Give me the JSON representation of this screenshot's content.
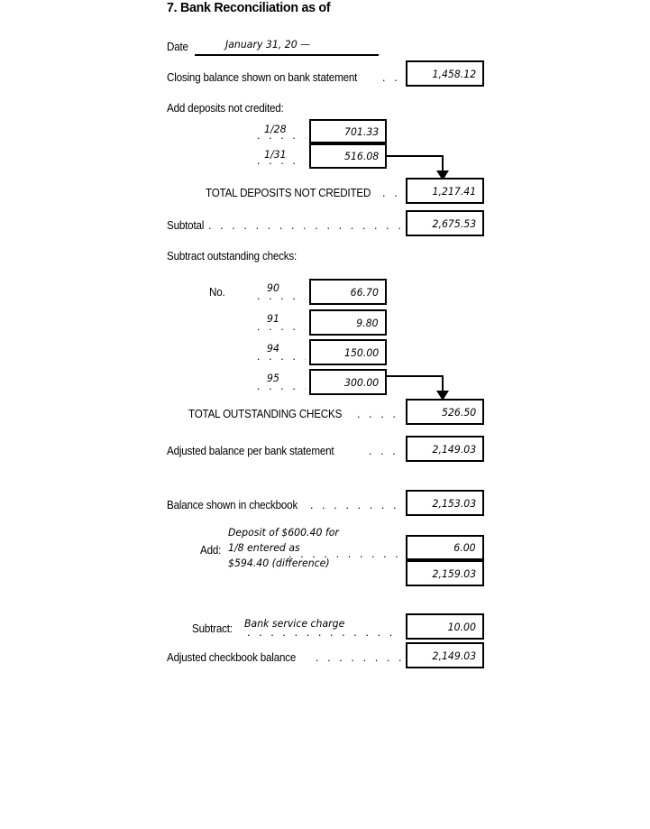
{
  "form": {
    "title": "7. Bank Reconciliation as of",
    "date_label": "Date",
    "date_value": "January 31, 20 —"
  },
  "bank_side": {
    "closing_balance_label": "Closing balance shown on bank statement",
    "closing_balance_value": "1,458.12",
    "deposits_heading": "Add deposits not credited:",
    "deposits": [
      {
        "date": "1/28",
        "amount": "701.33"
      },
      {
        "date": "1/31",
        "amount": "516.08"
      }
    ],
    "total_deposits_label": "TOTAL DEPOSITS NOT CREDITED",
    "total_deposits_value": "1,217.41",
    "subtotal_label": "Subtotal",
    "subtotal_value": "2,675.53",
    "checks_heading": "Subtract outstanding checks:",
    "check_no_label": "No.",
    "checks": [
      {
        "number": "90",
        "amount": "66.70"
      },
      {
        "number": "91",
        "amount": "9.80"
      },
      {
        "number": "94",
        "amount": "150.00"
      },
      {
        "number": "95",
        "amount": "300.00"
      }
    ],
    "total_checks_label": "TOTAL OUTSTANDING CHECKS",
    "total_checks_value": "526.50",
    "adjusted_label": "Adjusted balance per bank statement",
    "adjusted_value": "2,149.03"
  },
  "checkbook_side": {
    "balance_label": "Balance shown in checkbook",
    "balance_value": "2,153.03",
    "add_label": "Add:",
    "add_note_line1": "Deposit of $600.40 for",
    "add_note_line2": "1/8 entered as",
    "add_note_line3": "$594.40 (difference)",
    "add_value": "6.00",
    "running_total_value": "2,159.03",
    "subtract_label": "Subtract:",
    "subtract_note": "Bank service charge",
    "subtract_value": "10.00",
    "adjusted_label": "Adjusted checkbook balance",
    "adjusted_value": "2,149.03"
  },
  "dots": {
    "short": ". . .",
    "medium": ". . . . . .",
    "long": ". . . . . . . . . .",
    "xlong": ". . . . . . . . . . . . . . . . . ."
  }
}
